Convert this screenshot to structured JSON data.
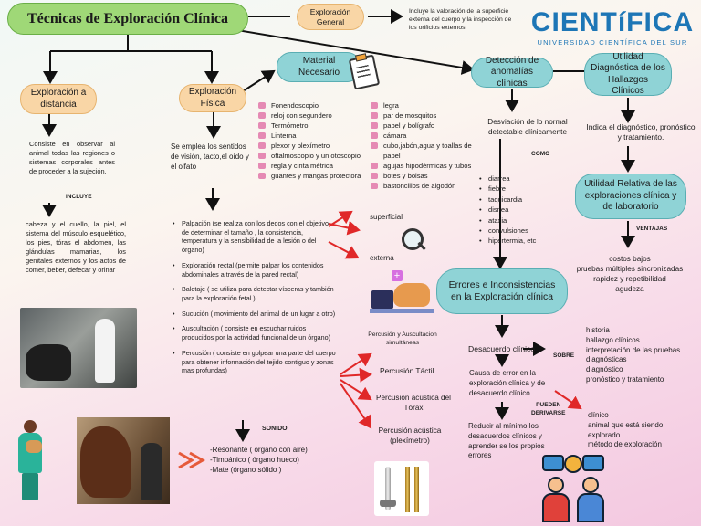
{
  "title": "Técnicas de Exploración Clínica",
  "general": {
    "label": "Exploración\nGeneral",
    "desc": "Incluye la valoración de la superficie externa del cuerpo y la inspección de los orificios externos"
  },
  "logo": {
    "main": "CIENTíFICA",
    "sub": "UNIVERSIDAD CIENTÍFICA DEL SUR"
  },
  "distancia": {
    "label": "Exploración a distancia",
    "desc": "Consiste en observar al animal todas las regiones o sistemas corporales antes de proceder a la sujeción.",
    "incluye": "INCLUYE",
    "list": "cabeza y el cuello, la piel, el sistema del músculo esquelético, los pies, tóras el abdomen, las glándulas mamarias, los genitales externos y los actos de comer, beber, defecar y orinar"
  },
  "fisica": {
    "label": "Exploración Física",
    "desc": "Se emplea los sentidos de visión, tacto,el oído y el olfato",
    "items": [
      "Palpación (se realiza con los dedos con el objetivo de determinar el tamaño , la consistencia, temperatura y la sensibilidad de la lesión o del órgano)",
      "Exploración rectal (permite palpar los contenidos abdominales a través de la pared rectal)",
      "Balotaje ( se utiliza para detectar vísceras y también para la exploración fetal )",
      "Sucución ( movimiento del animal de un lugar a otro)",
      "Auscultación ( consiste en escuchar ruidos producidos por la actividad funcional de un órgano)",
      "Percusión ( consiste en golpear una parte del cuerpo para obtener información del tejido contiguo y zonas mas profundas)"
    ],
    "sonido": "SONIDO",
    "sonidos": [
      "-Resonante ( órgano con aire)",
      "-Timpánico ( órgano hueco)",
      "-Mate (órgano sólido )"
    ]
  },
  "material": {
    "label": "Material Necesario",
    "col1": [
      "Fonendoscopio",
      "reloj con segundero",
      "Termómetro",
      "Linterna",
      "plexor y plexímetro",
      "oftalmoscopio y un otoscopio",
      "regla y cinta métrica",
      "guantes y mangas protectora"
    ],
    "col2": [
      "legra",
      "par de mosquitos",
      "papel y bolígrafo",
      "cámara",
      "cubo,jabón,agua y toallas de papel",
      "agujas hipodérmicas y tubos",
      "botes y bolsas",
      "bastoncillos de algodón"
    ]
  },
  "palpacion": {
    "superficial": "superficial",
    "externa": "externa"
  },
  "percusion": {
    "items": [
      "Percusión y Auscultacion simultáneas",
      "Percusión Táctil",
      "Percusión acústica del Tórax",
      "Percusión acústica (plexímetro)"
    ]
  },
  "anomalias": {
    "label": "Detección de anomalías clínicas",
    "desc": "Desviación de lo normal detectable clínicamente",
    "como": "COMO",
    "list": [
      "diarrea",
      "fiebre",
      "taquicardia",
      "disnea",
      "ataxia",
      "convulsiones",
      "hipertermia, etc"
    ]
  },
  "utilidad": {
    "label": "Utilidad Diagnóstica de los Hallazgos Clínicos",
    "desc": "Indica el diagnóstico, pronóstico y tratamiento."
  },
  "relativa": {
    "label": "Utilidad Relativa de las exploraciones clínica y de laboratorio",
    "ventajas": "VENTAJAS",
    "list": "costos bajos\npruebas múltiples sincronizadas\nrapidez y repetibilidad\nagudeza"
  },
  "errores": {
    "label": "Errores e Inconsistencias en la Exploración clínica",
    "desacuerdo": "Desacuerdo clínico",
    "sobre": "SOBRE",
    "sobre_list": [
      "historia",
      "hallazgo clínicos",
      "interpretación de las pruebas diagnósticas",
      "diagnóstico",
      "pronóstico y tratamiento"
    ],
    "causa": "Causa de error en la exploración clínica y de desacuerdo clínico",
    "pueden": "PUEDEN\nDERIVARSE",
    "derivan": [
      "clínico",
      "animal que está siendo explorado",
      "método de exploración"
    ],
    "reducir": "Reducir al mínimo los desacuerdos clínicos y aprender se los propios errores"
  },
  "colors": {
    "green": "#9fd877",
    "peach": "#f9d6a6",
    "teal": "#8fd3d6",
    "arrow_red": "#e02828",
    "brand": "#1d76b6"
  }
}
